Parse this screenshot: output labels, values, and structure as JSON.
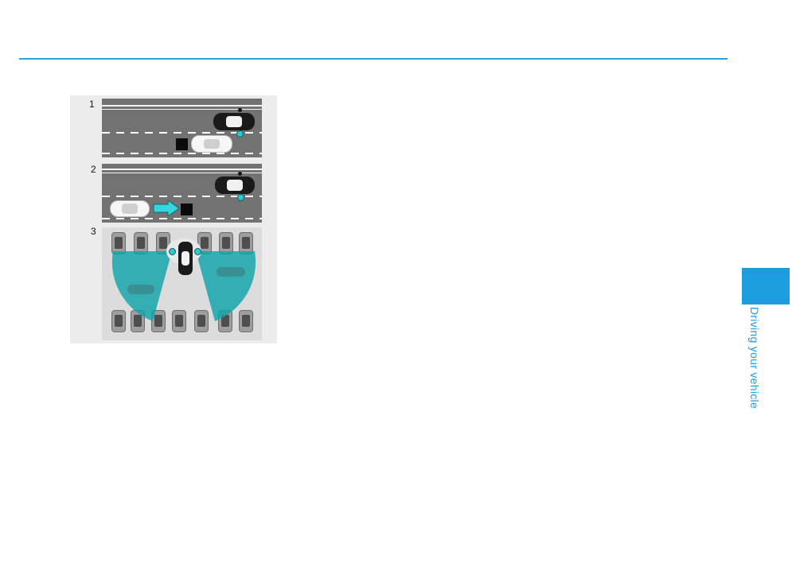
{
  "figure": {
    "panels": [
      {
        "number": "1"
      },
      {
        "number": "2"
      },
      {
        "number": "3"
      }
    ]
  },
  "side_tab": {
    "label": "Driving your vehicle",
    "color": "#1c9ddd"
  },
  "colors": {
    "rule": "#2aa3df",
    "sensor": "#2fc7cf",
    "detection_zone": "#0fa3a8"
  }
}
